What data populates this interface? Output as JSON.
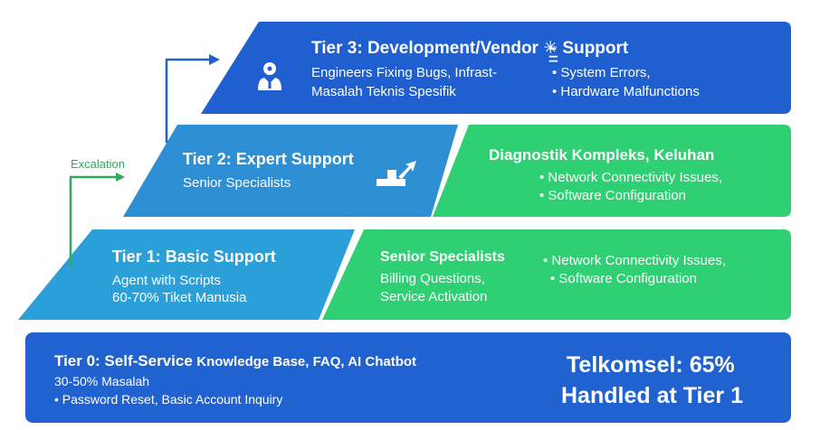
{
  "colors": {
    "blue_dark": "#1f5fcf",
    "blue_mid": "#2e8fd4",
    "blue_light": "#2a9fd8",
    "green": "#2fcf73",
    "arrow_green": "#2faa5a",
    "arrow_blue": "#1f5fcf"
  },
  "tier3": {
    "title": "Tier 3: Development/Vendor ✳̵̲̲ Support",
    "left_lines": [
      "Engineers Fixing Bugs, Infrast-",
      "Masalah Teknis Spesifik"
    ],
    "right_lines": [
      "• System Errors,",
      "• Hardware Malfunctions"
    ],
    "icon": "person-gear-icon"
  },
  "tier2": {
    "title": "Tier 2: Expert Support",
    "subtitle": "Senior Specialists",
    "icon": "escalate-steps-icon",
    "green_title": "Diagnostik Kompleks, Keluhan",
    "green_lines": [
      "• Network Connectivity Issues,",
      "• Software Configuration"
    ]
  },
  "tier1": {
    "title": "Tier 1: Basic Support",
    "lines": [
      "Agent with Scripts",
      "60-70% Tiket Manusia"
    ],
    "green_title": "Senior Specialists",
    "green_left_lines": [
      "Billing Questions,",
      "Service Activation"
    ],
    "green_right_lines": [
      "• Network Connectivity Issues,",
      "• Software Configuration"
    ]
  },
  "tier0": {
    "title": "Tier 0: Self-Service",
    "title_suffix": "Knowledge Base, FAQ, AI Chatbot",
    "lines": [
      "30-50% Masalah",
      "• Password Reset, Basic Account Inquiry"
    ],
    "stat_lines": [
      "Telkomsel: 65%",
      "Handled at Tier 1"
    ]
  },
  "escalation_label": "Excalation"
}
